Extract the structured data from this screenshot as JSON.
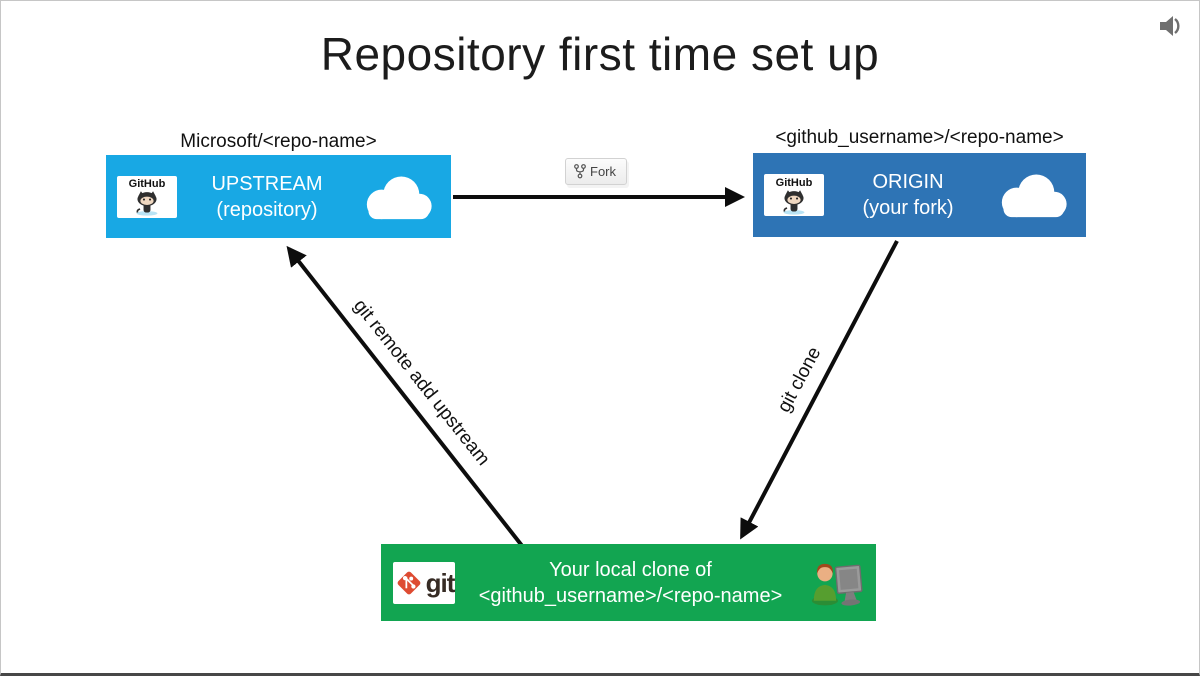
{
  "slide": {
    "title": "Repository first time set up"
  },
  "colors": {
    "upstream_blue": "#18A8E4",
    "origin_blue": "#2E74B5",
    "local_green": "#12A551",
    "arrow_black": "#0d0d0d"
  },
  "upstream": {
    "caption": "Microsoft/<repo-name>",
    "title": "UPSTREAM",
    "subtitle": "(repository)",
    "logo_label": "GitHub"
  },
  "origin": {
    "caption": "<github_username>/<repo-name>",
    "title": "ORIGIN",
    "subtitle": "(your fork)",
    "logo_label": "GitHub"
  },
  "local_clone": {
    "line1": "Your local clone of",
    "line2": "<github_username>/<repo-name>",
    "logo_label": "git"
  },
  "actions": {
    "fork_button": "Fork",
    "git_clone": "git clone",
    "git_remote": "git remote add upstream"
  },
  "icons": {
    "audio": "speaker-icon",
    "fork": "fork-icon",
    "clouds": "cloud-icon",
    "github_logo": "github-octocat-logo",
    "git_logo": "git-diamond-logo",
    "person": "person-at-computer-icon"
  }
}
